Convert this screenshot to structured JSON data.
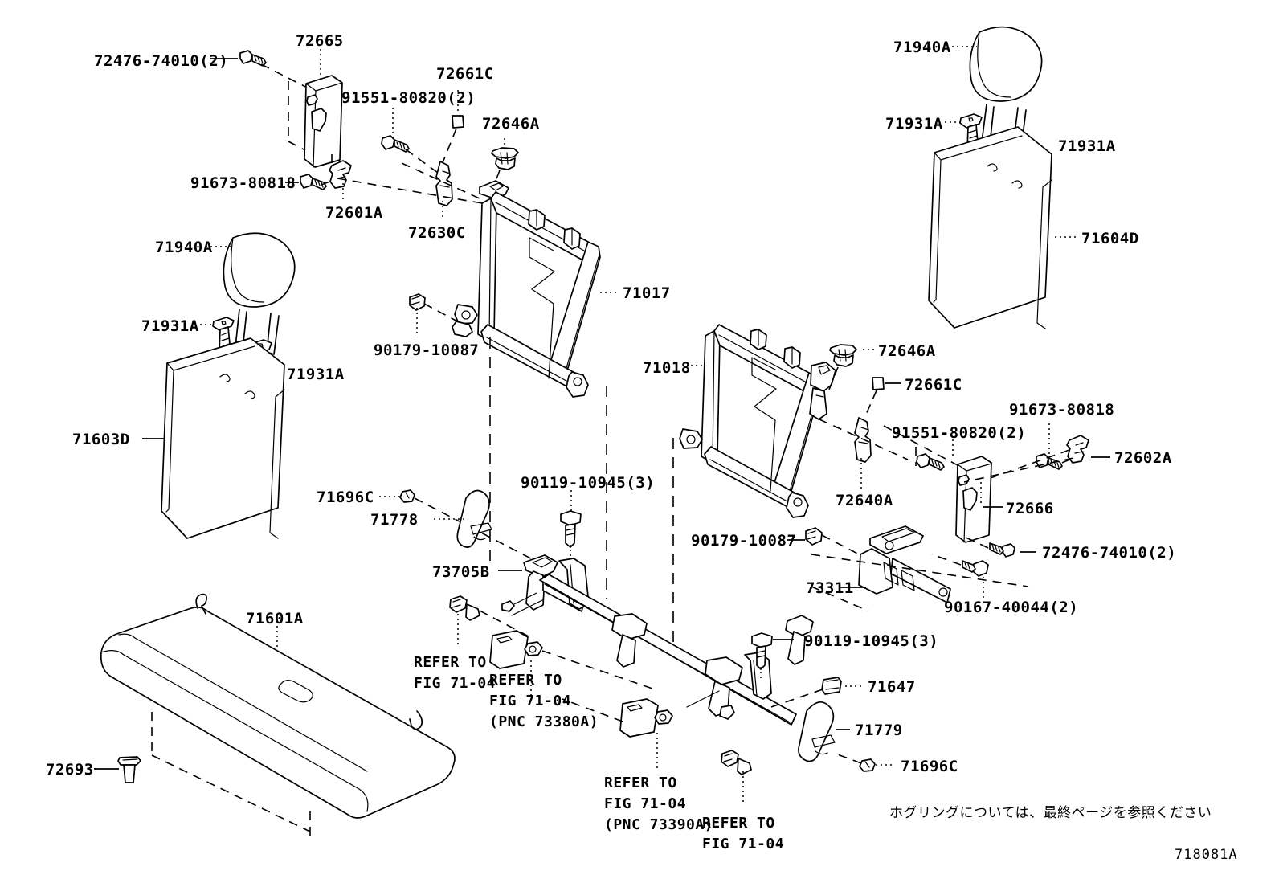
{
  "diagram": {
    "id": "718081A",
    "note_jp": "ホグリングについては、最終ページを参照ください",
    "type": "exploded-parts-diagram",
    "subject": "Rear seat back assembly (Toyota parts catalog, FIG 71-80)",
    "line_color": "#000000",
    "background_color": "#ffffff"
  },
  "callouts": {
    "c_72476_74010_2_left": "72476-74010(2)",
    "c_72665": "72665",
    "c_72661C_left": "72661C",
    "c_91551_80820_2_left": "91551-80820(2)",
    "c_72646A_left": "72646A",
    "c_91673_80818_left": "91673-80818",
    "c_72601A": "72601A",
    "c_72630C": "72630C",
    "c_71017": "71017",
    "c_71940A_left": "71940A",
    "c_71931A_left_1": "71931A",
    "c_71931A_left_2": "71931A",
    "c_71603D": "71603D",
    "c_90179_10087_left": "90179-10087",
    "c_71696C_left": "71696C",
    "c_71778": "71778",
    "c_73705B": "73705B",
    "c_90119_10945_3_upper": "90119-10945(3)",
    "c_71601A": "71601A",
    "c_72693": "72693",
    "c_refer_fig7104_a": "REFER TO\nFIG 71-04",
    "c_refer_fig7104_pnc73380A": "REFER TO\nFIG 71-04\n(PNC 73380A)",
    "c_refer_fig7104_pnc73390A": "REFER TO\nFIG 71-04\n(PNC 73390A)",
    "c_refer_fig7104_b": "REFER TO\nFIG 71-04",
    "c_71940A_right": "71940A",
    "c_71931A_right_1": "71931A",
    "c_71931A_right_2": "71931A",
    "c_71604D": "71604D",
    "c_71018": "71018",
    "c_72646A_right": "72646A",
    "c_72661C_right": "72661C",
    "c_91673_80818_right": "91673-80818",
    "c_91551_80820_2_right": "91551-80820(2)",
    "c_72602A": "72602A",
    "c_72640A": "72640A",
    "c_72666": "72666",
    "c_90179_10087_right": "90179-10087",
    "c_73311": "73311",
    "c_72476_74010_2_right": "72476-74010(2)",
    "c_90167_40044_2": "90167-40044(2)",
    "c_90119_10945_3_lower": "90119-10945(3)",
    "c_71647": "71647",
    "c_71779": "71779",
    "c_71696C_right": "71696C"
  }
}
